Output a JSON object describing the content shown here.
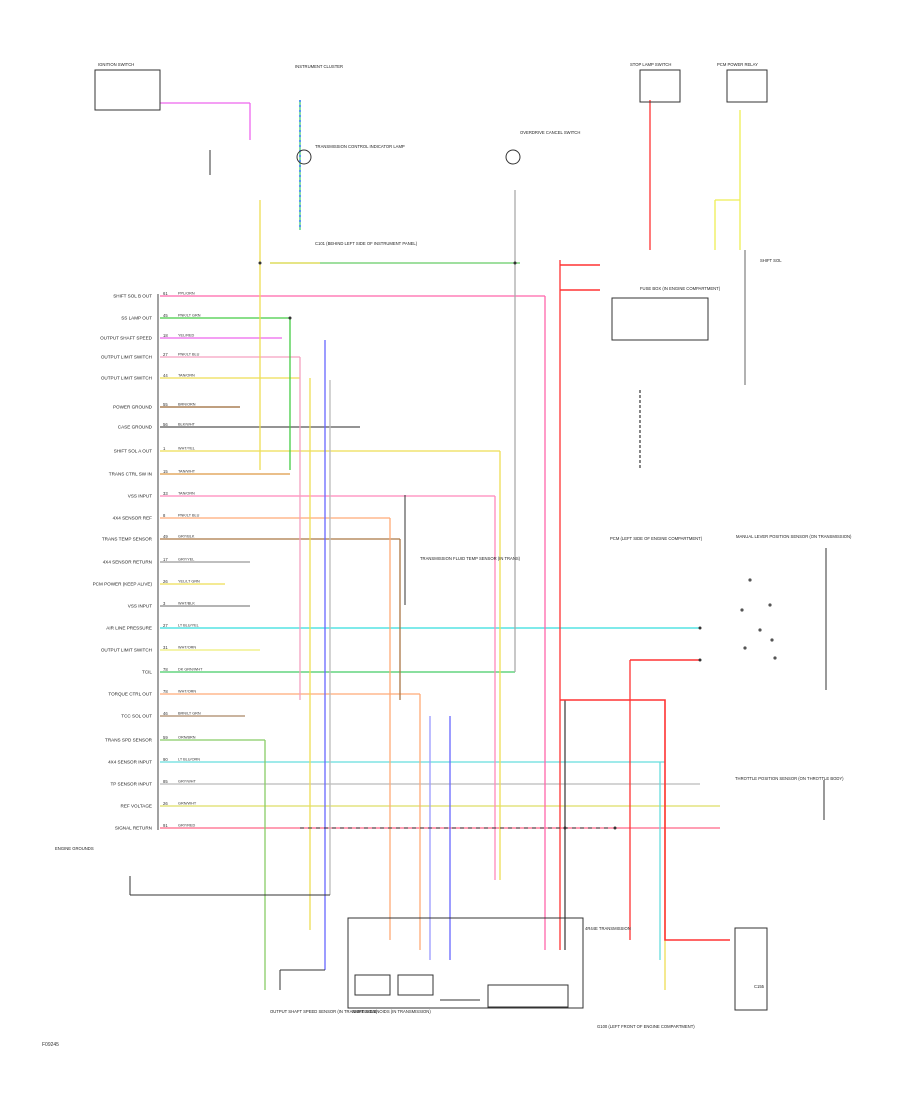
{
  "diagram": {
    "pin_labels": [
      "SHIFT SOL B OUT",
      "SS LAMP OUT",
      "OUTPUT SHAFT SPEED",
      "OUTPUT LIMIT SWITCH",
      "OUTPUT LIMIT SWITCH",
      "POWER GROUND",
      "CASE GROUND",
      "SHIFT SOL A OUT",
      "TRANS CTRL SW IN",
      "VSS INPUT",
      "4X4 SENSOR REF",
      "TRANS TEMP SENSOR",
      "4X4 SENSOR RETURN",
      "PCM POWER (KEEP ALIVE)",
      "VSS INPUT",
      "AIR LINE PRESSURE",
      "OUTPUT LIMIT SWITCH",
      "TCIL",
      "TORQUE CTRL OUT",
      "TCC SOL OUT",
      "TRANS SPD SENSOR",
      "4X4 SENSOR INPUT",
      "TP SENSOR INPUT",
      "REF VOLTAGE",
      "SIGNAL RETURN"
    ],
    "pin_numbers": [
      "61",
      "45",
      "18",
      "27",
      "44",
      "55",
      "56",
      "1",
      "15",
      "33",
      "8",
      "49",
      "17",
      "26",
      "3",
      "27",
      "31",
      "78",
      "78",
      "46",
      "59",
      "90",
      "85",
      "26",
      "91"
    ],
    "wire_colors": [
      "PPL/ORN",
      "PNK/LT GRN",
      "YEL/RED",
      "PNK/LT BLU",
      "TAN/ORN",
      "BRN/ORN",
      "BLK/WHT",
      "WHT/YEL",
      "TAN/WHT",
      "TAN/ORN",
      "PNK/LT BLU",
      "GRY/BLK",
      "GRY/YEL",
      "YEL/LT GRN",
      "WHT/BLK",
      "LT BLU/YEL",
      "WHT/ORN",
      "DK GRN/WHT",
      "WHT/ORN",
      "BRN/LT GRN",
      "ORN/BRN",
      "LT BLU/ORN",
      "GRY/WHT",
      "GRN/WHT",
      "GRY/RED"
    ],
    "top_components": {
      "transmission_cluster": "INSTRUMENT CLUSTER",
      "speedometer": "TRANSMISSION CONTROL INDICATOR LAMP",
      "overdrive_switch": "OVERDRIVE CANCEL SWITCH",
      "stop_lamp_switch": "STOP LAMP SWITCH",
      "ignition_switch": "IGNITION SWITCH",
      "pcm_relay": "PCM POWER RELAY"
    },
    "notes": {
      "c101": "C101 (BEHIND LEFT SIDE OF INSTRUMENT PANEL)",
      "pcm_label": "PCM (LEFT SIDE OF ENGINE COMPARTMENT)",
      "c155": "C155",
      "vacuum_sensor": "MANUAL LEVER POSITION SENSOR (ON TRANSMISSION)",
      "throttle_sensor": "THROTTLE POSITION SENSOR (ON THROTTLE BODY)",
      "shift_solenoids": "SHIFT SOLENOIDS (IN TRANSMISSION)",
      "temp_sensor": "TRANSMISSION FLUID TEMP SENSOR (IN TRANS)",
      "output_sensor": "OUTPUT SHAFT SPEED SENSOR (IN TRANSMISSION)",
      "transmission": "4R44E TRANSMISSION",
      "g100": "G100 (LEFT FRONT OF ENGINE COMPARTMENT)",
      "fuse_box": "FUSE BOX (IN ENGINE COMPARTMENT)",
      "engine_grounds": "ENGINE GROUNDS",
      "wire_note": "SHIFT SOL",
      "id_code": "F09245"
    }
  }
}
